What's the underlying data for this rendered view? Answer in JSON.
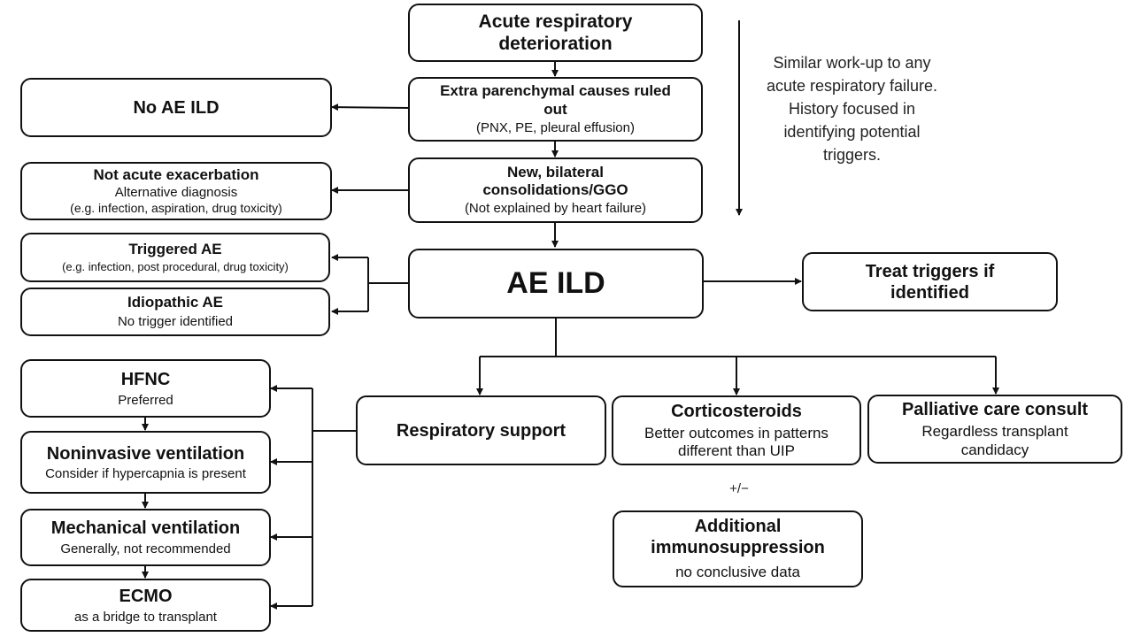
{
  "nodes": {
    "acute": {
      "title": "Acute respiratory deterioration"
    },
    "extra": {
      "title": "Extra parenchymal causes ruled out",
      "sub": "(PNX, PE, pleural effusion)"
    },
    "newbil": {
      "title": "New, bilateral consolidations/GGO",
      "sub": "(Not explained by heart failure)"
    },
    "no_ae": {
      "title": "No AE ILD"
    },
    "not_acute": {
      "title": "Not acute exacerbation",
      "sub": "Alternative diagnosis",
      "sub2": "(e.g. infection, aspiration, drug toxicity)"
    },
    "triggered": {
      "title": "Triggered AE",
      "sub": "(e.g. infection, post procedural, drug toxicity)"
    },
    "idiopathic": {
      "title": "Idiopathic AE",
      "sub": "No trigger identified"
    },
    "ae_ild": {
      "title": "AE ILD"
    },
    "treat": {
      "title": "Treat triggers if identified"
    },
    "resp": {
      "title": "Respiratory support"
    },
    "cortico": {
      "title": "Corticosteroids",
      "sub": "Better outcomes in patterns different than UIP"
    },
    "palliative": {
      "title": "Palliative care consult",
      "sub": "Regardless transplant candidacy"
    },
    "immuno": {
      "title": "Additional immunosuppression",
      "sub": "no conclusive data"
    },
    "hfnc": {
      "title": "HFNC",
      "sub": "Preferred"
    },
    "niv": {
      "title": "Noninvasive ventilation",
      "sub": "Consider if hypercapnia is present"
    },
    "mech": {
      "title": "Mechanical ventilation",
      "sub": "Generally, not recommended"
    },
    "ecmo": {
      "title": "ECMO",
      "sub": "as a bridge to transplant"
    }
  },
  "annotations": {
    "workup": "Similar work-up to any acute respiratory failure. History focused in identifying potential triggers.",
    "plus_minus": "+/−"
  }
}
